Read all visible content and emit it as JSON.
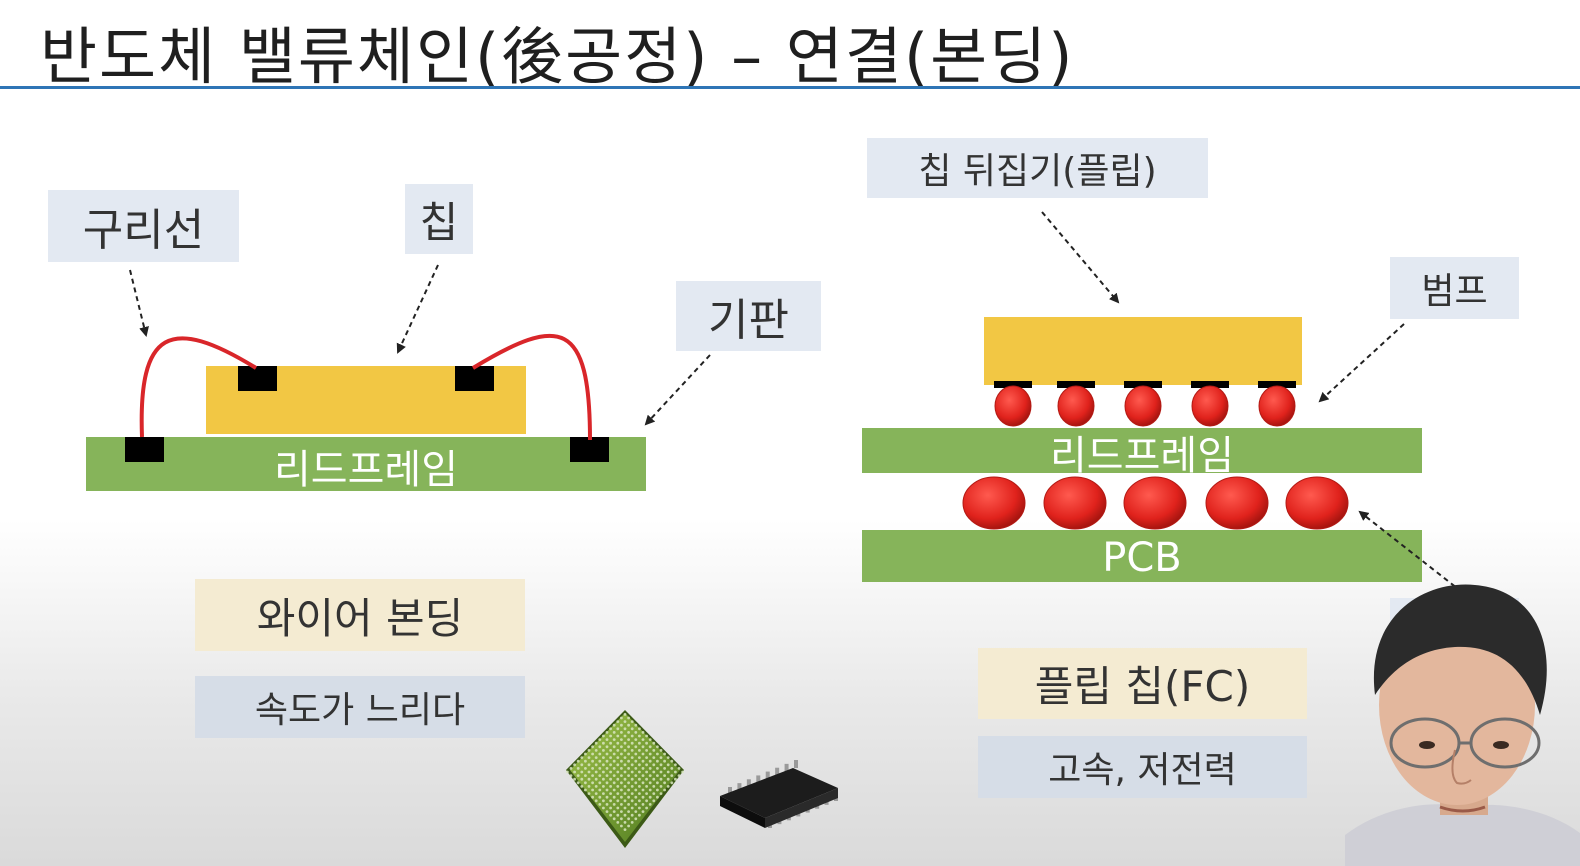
{
  "slide": {
    "title": "반도체 밸류체인(後공정) – 연결(본딩)"
  },
  "wire_bonding": {
    "labels": {
      "copper_wire": "구리선",
      "chip": "칩",
      "substrate": "기판",
      "lead_frame": "리드프레임"
    },
    "name": "와이어 본딩",
    "note": "속도가 느리다"
  },
  "flip_chip": {
    "labels": {
      "flipped_chip": "칩 뒤집기(플립)",
      "bump": "범프",
      "lead_frame": "리드프레임",
      "pcb": "PCB"
    },
    "name": "플립 칩(FC)",
    "note": "고속, 저전력"
  },
  "colors": {
    "title_rule": "#2e75b6",
    "chip": "#f2c744",
    "lead_frame": "#86b45a",
    "wire": "#d9262a",
    "bump": "#e0221c",
    "pad": "#000000"
  }
}
